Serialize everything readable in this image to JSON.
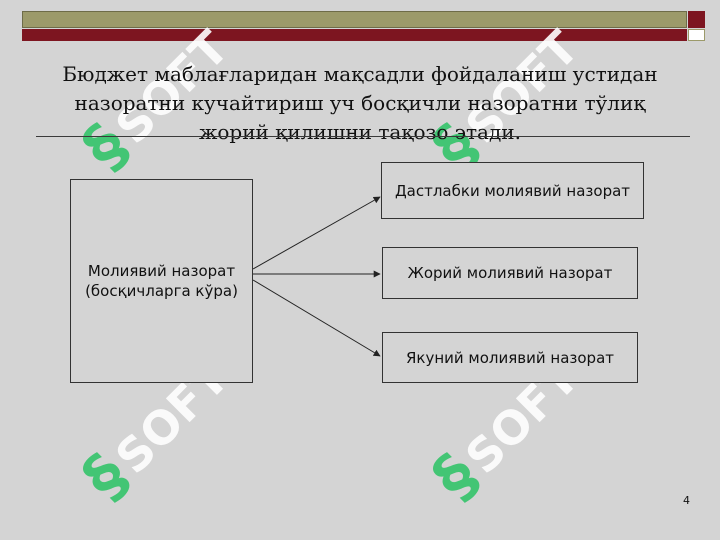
{
  "slide": {
    "title": "Бюджет маблағларидан мақсадли фойдаланиш устидан назоратни кучайтириш уч босқичли назоратни тўлиқ жорий қилишни тақозо этади.",
    "page_number": "4"
  },
  "diagram": {
    "source_box": "Молиявий назорат (босқичларга кўра)",
    "targets": [
      "Дастлабки молиявий назорат",
      "Жорий молиявий назорат",
      "Якуний молиявий назорат"
    ]
  },
  "watermark": {
    "text": "SOFT",
    "icon": "s-monogram-icon"
  },
  "colors": {
    "background": "#d4d4d4",
    "header_bar": "#9c9a6a",
    "accent": "#7d1520",
    "watermark": "#34c46a"
  }
}
